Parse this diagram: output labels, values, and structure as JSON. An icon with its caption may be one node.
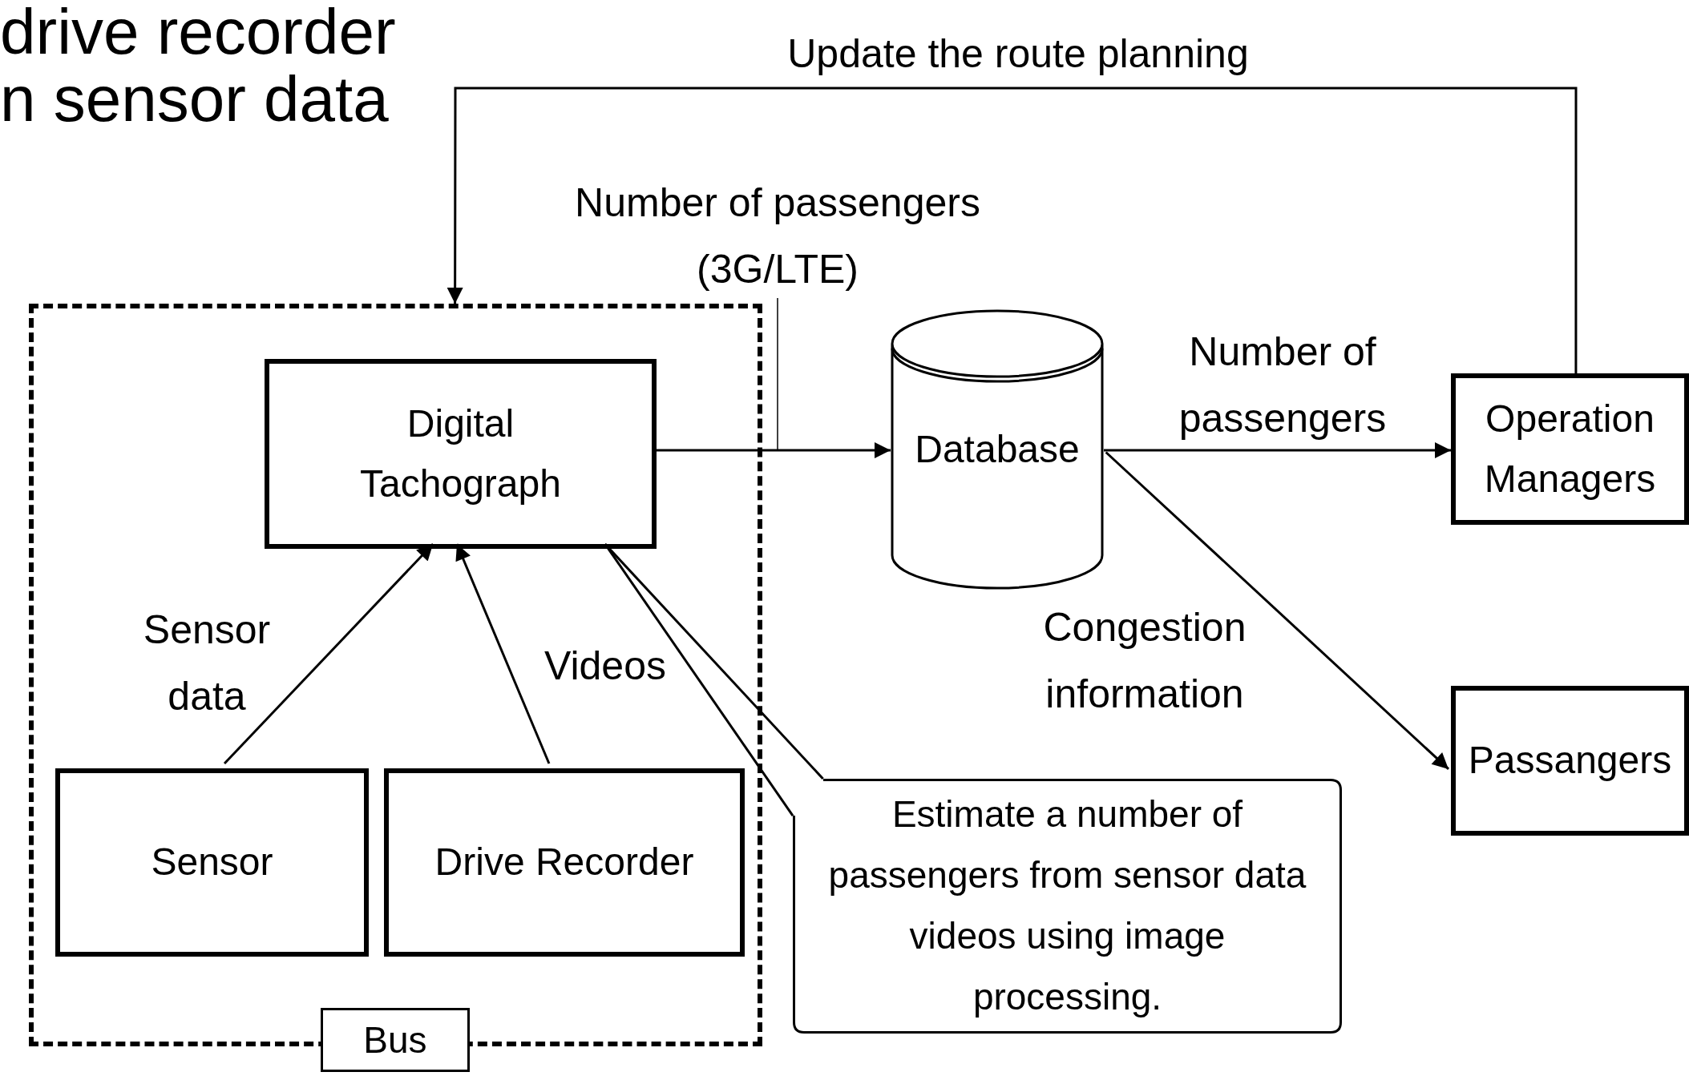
{
  "diagram": {
    "nodes": [
      {
        "text": [
          "Bus"
        ]
      },
      {
        "text": [
          "Digital Tachograph"
        ],
        "in": 0
      },
      {
        "text": [
          "Sensor"
        ],
        "in": 0
      },
      {
        "text": [
          "Drive Recorder"
        ],
        "in": 0
      },
      {
        "text": [
          "Database"
        ]
      },
      {
        "text": [
          "Operation Managers"
        ]
      },
      {
        "text": [
          "Passangers"
        ]
      },
      {
        "text": [
          "Estimate a number of passengers from sensor data videos using image processing."
        ]
      }
    ],
    "edges": [
      {
        "from": 2,
        "to": 1,
        "arrow": "to",
        "label": "Sensor data"
      },
      {
        "from": 3,
        "to": 1,
        "arrow": "to",
        "label": "Videos"
      },
      {
        "from": 1,
        "to": 4,
        "arrow": "to",
        "label": "Number of passengers (3G/LTE)"
      },
      {
        "from": 4,
        "to": 5,
        "arrow": "to",
        "label": "Number of passengers"
      },
      {
        "from": 4,
        "to": 6,
        "arrow": "to",
        "label": "Congestion information"
      },
      {
        "from": 5,
        "to": 0,
        "arrow": "to",
        "label": "Update the route planning"
      },
      {
        "from": 7,
        "to": 1,
        "arrow": "none"
      }
    ],
    "labels": [
      "drive recorder",
      "n sensor data"
    ]
  }
}
